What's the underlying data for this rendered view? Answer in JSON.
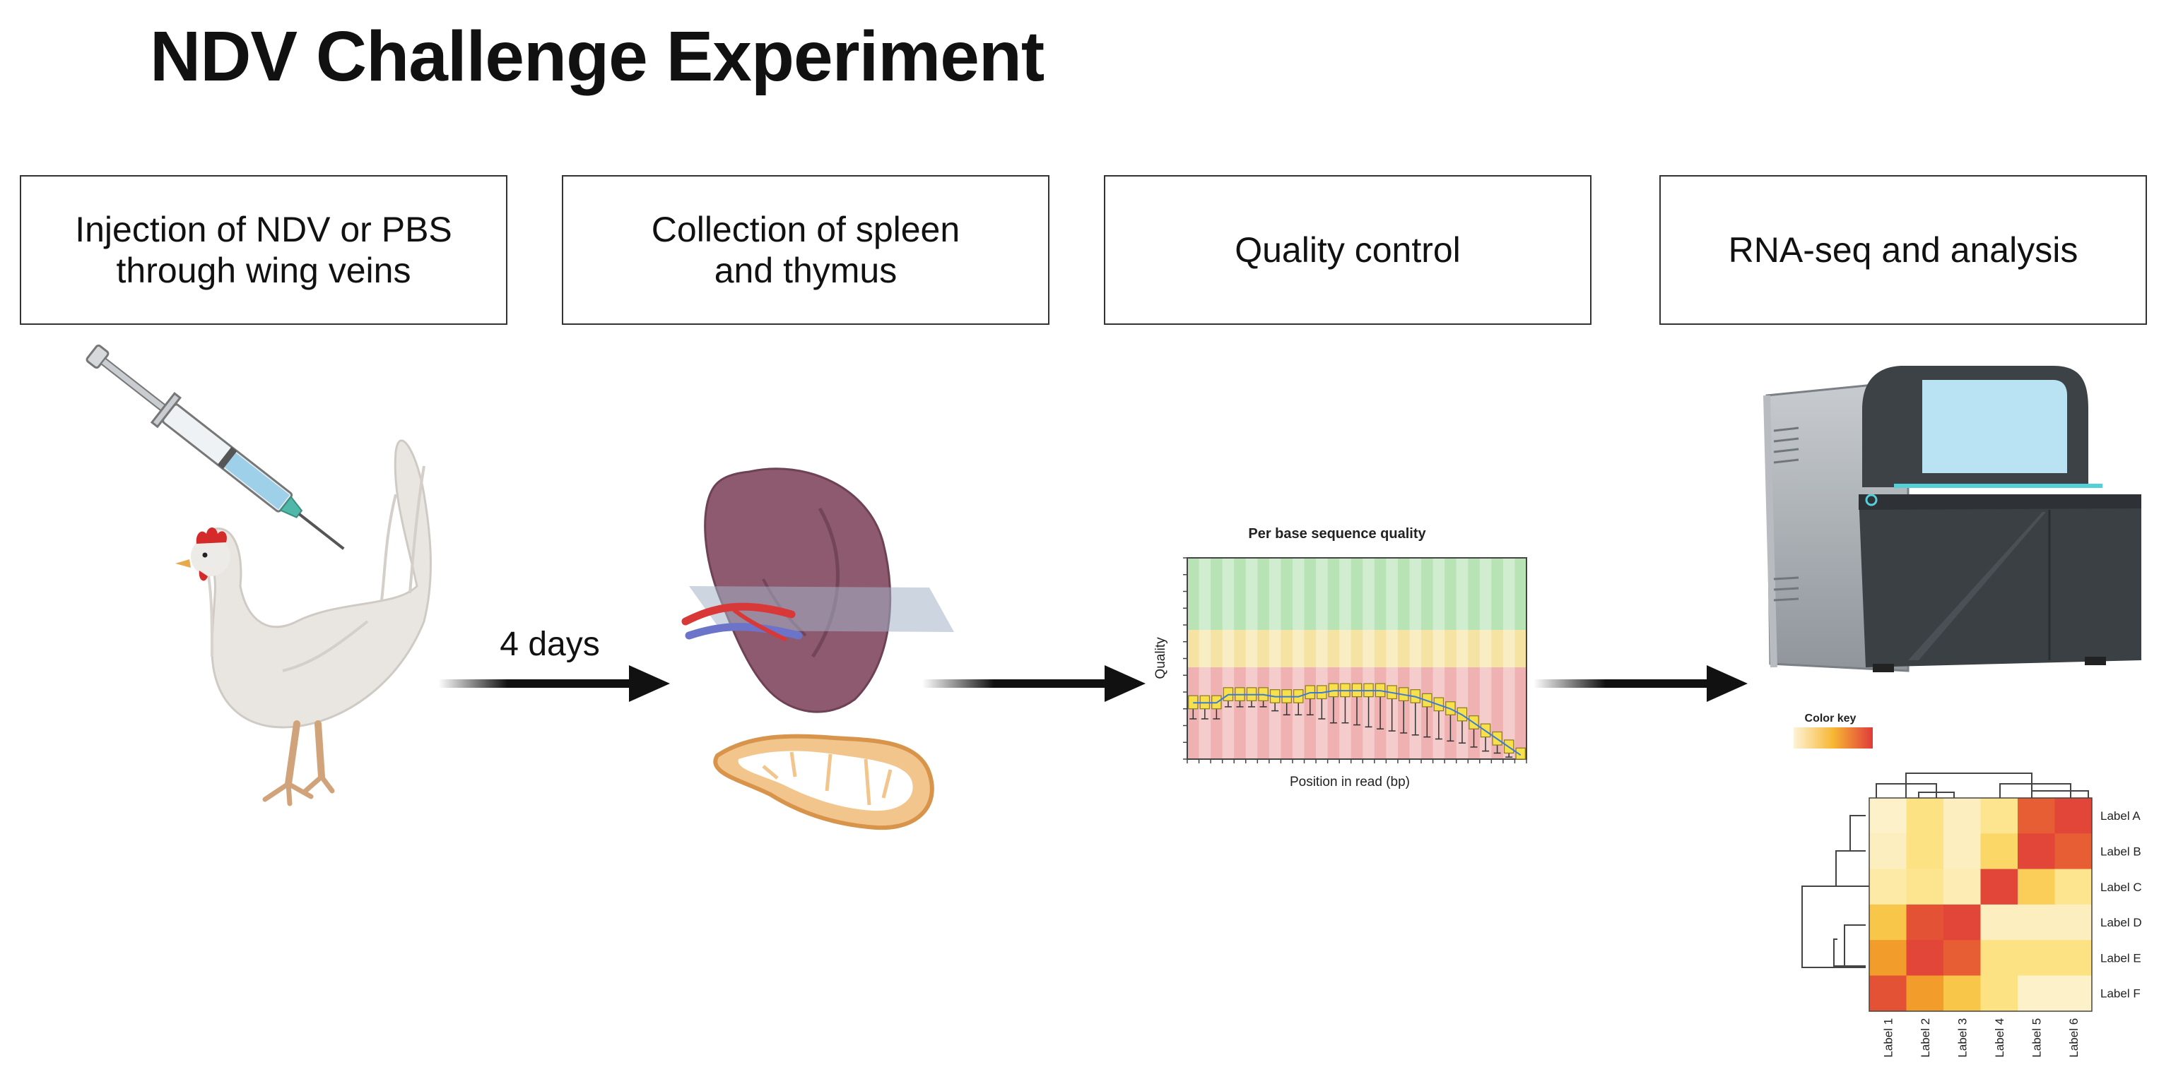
{
  "title": "NDV Challenge Experiment",
  "steps": [
    {
      "label": "Injection of NDV or PBS\nthrough wing veins"
    },
    {
      "label": "Collection of spleen\nand thymus"
    },
    {
      "label": "Quality control"
    },
    {
      "label": "RNA-seq and analysis"
    }
  ],
  "timeline": {
    "interval_label": "4 days"
  },
  "qc_plot": {
    "title": "Per base sequence quality",
    "xlabel": "Position in read (bp)",
    "ylabel": "Quality",
    "medians": [
      0.28,
      0.28,
      0.28,
      0.32,
      0.32,
      0.32,
      0.32,
      0.31,
      0.31,
      0.31,
      0.33,
      0.33,
      0.34,
      0.34,
      0.34,
      0.34,
      0.34,
      0.33,
      0.32,
      0.31,
      0.29,
      0.27,
      0.25,
      0.22,
      0.18,
      0.14,
      0.1,
      0.06,
      0.02
    ],
    "lows": [
      0.2,
      0.2,
      0.2,
      0.26,
      0.26,
      0.26,
      0.26,
      0.24,
      0.22,
      0.22,
      0.22,
      0.2,
      0.18,
      0.18,
      0.17,
      0.16,
      0.15,
      0.14,
      0.13,
      0.12,
      0.11,
      0.1,
      0.09,
      0.08,
      0.06,
      0.04,
      0.03,
      0.01,
      0.0
    ]
  },
  "heatmap": {
    "color_key_label": "Color key",
    "row_labels": [
      "Label A",
      "Label B",
      "Label C",
      "Label D",
      "Label E",
      "Label F"
    ],
    "col_labels": [
      "Label 1",
      "Label 2",
      "Label 3",
      "Label 4",
      "Label 5",
      "Label 6"
    ],
    "values": [
      [
        0.05,
        0.35,
        0.1,
        0.3,
        0.85,
        0.95
      ],
      [
        0.1,
        0.35,
        0.1,
        0.45,
        0.95,
        0.85
      ],
      [
        0.2,
        0.3,
        0.15,
        0.95,
        0.5,
        0.3
      ],
      [
        0.55,
        0.9,
        0.95,
        0.1,
        0.1,
        0.1
      ],
      [
        0.7,
        0.95,
        0.85,
        0.35,
        0.35,
        0.35
      ],
      [
        0.9,
        0.7,
        0.55,
        0.35,
        0.05,
        0.05
      ]
    ]
  }
}
